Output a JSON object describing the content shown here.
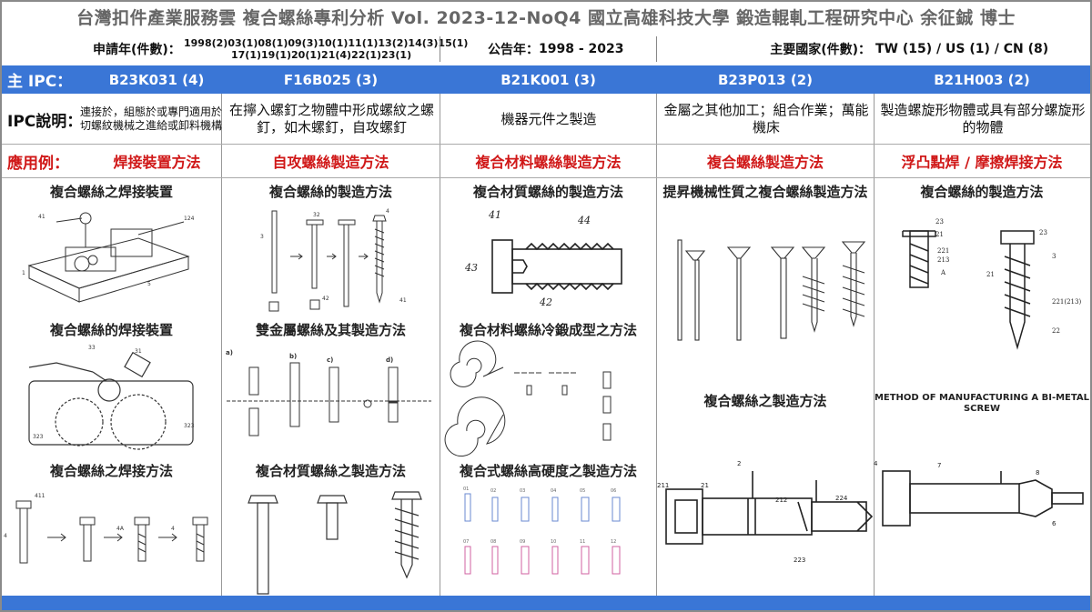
{
  "header": {
    "title": "台灣扣件產業服務雲  複合螺絲專利分析  Vol. 2023-12-NoQ4  國立高雄科技大學  鍛造輥軋工程研究中心   余征鋮 博士"
  },
  "meta": {
    "apply_label": "申請年(件數)：",
    "apply_values_line1": "1998(2)03(1)08(1)09(3)10(1)11(1)13(2)14(3)15(1)",
    "apply_values_line2": "17(1)19(1)20(1)21(4)22(1)23(1)",
    "publish_label": "公告年：",
    "publish_value": "1998 - 2023",
    "country_label": "主要國家(件數)：",
    "country_value": "TW (15) / US (1) / CN (8)"
  },
  "ipc_row": {
    "label": "主 IPC：",
    "codes": [
      "B23K031 (4)",
      "F16B025 (3)",
      "B21K001 (3)",
      "B23P013 (2)",
      "B21H003 (2)"
    ]
  },
  "desc_row": {
    "label": "IPC說明：",
    "items": [
      "連接於，組態於或專門適用於切螺紋機械之進給或卸料機構",
      "在擰入螺釘之物體中形成螺紋之螺釘，如木螺釘，自攻螺釘",
      "機器元件之製造",
      "金屬之其他加工；組合作業；萬能機床",
      "製造螺旋形物體或具有部分螺旋形的物體"
    ]
  },
  "app_row": {
    "label": "應用例：",
    "items": [
      "焊接裝置方法",
      "自攻螺絲製造方法",
      "複合材料螺絲製造方法",
      "複合螺絲製造方法",
      "浮凸點焊 / 摩擦焊接方法"
    ]
  },
  "figures": {
    "c1": [
      "複合螺絲之焊接裝置",
      "複合螺絲的焊接裝置",
      "複合螺絲之焊接方法"
    ],
    "c2": [
      "複合螺絲的製造方法",
      "雙金屬螺絲及其製造方法",
      "複合材質螺絲之製造方法"
    ],
    "c3": [
      "複合材質螺絲的製造方法",
      "複合材料螺絲冷鍛成型之方法",
      "複合式螺絲高硬度之製造方法"
    ],
    "c4": [
      "提昇機械性質之複合螺絲製造方法",
      "複合螺絲之製造方法"
    ],
    "c5": [
      "複合螺絲的製造方法",
      "METHOD OF MANUFACTURING A BI-METAL SCREW"
    ]
  },
  "colors": {
    "accent_blue": "#3a76d6",
    "app_red": "#d01818",
    "title_gray": "#666666"
  }
}
